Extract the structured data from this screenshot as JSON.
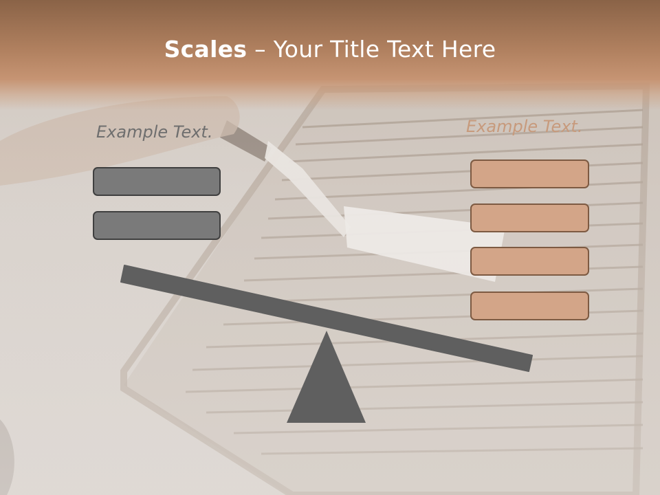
{
  "slide": {
    "title_bold": "Scales",
    "title_rest": " – Your Title Text Here"
  },
  "left_side": {
    "label": "Example Text.",
    "box_count": 2,
    "box_color": "#7a7a7a"
  },
  "right_side": {
    "label": "Example Text.",
    "box_count": 4,
    "box_color": "#d3a588"
  },
  "colors": {
    "title_band": "#b0805f",
    "beam": "#5f5f5f",
    "fulcrum": "#5f5f5f"
  },
  "background": {
    "description_icon": "grill-spatula-photo"
  }
}
